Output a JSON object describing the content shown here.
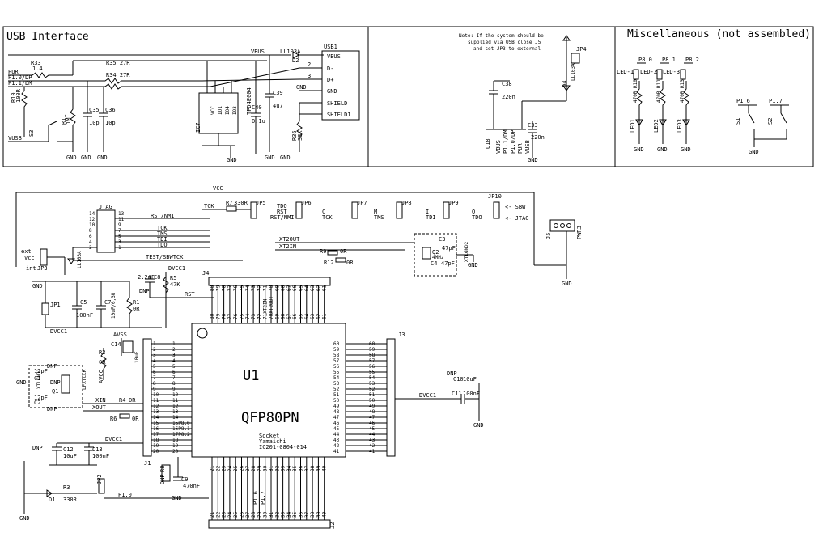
{
  "panels": {
    "usb_title": "USB Interface",
    "misc_title": "Miscellaneous (not assembled)"
  },
  "note": {
    "line1": "Note: If the system should be",
    "line2": "supplied via USB close J5",
    "line3": "and set JP3 to external"
  },
  "usb": {
    "vbus": "VBUS",
    "pur": "PUR",
    "p1_0": "P1.0/DP",
    "p1_1": "P1.1/DM",
    "vusb": "VUSB",
    "r33": "R33",
    "r33_val": "1.4",
    "r35": "R35 27R",
    "r34": "R34 27R",
    "r10": "R10",
    "r10_val": "100R",
    "r11": "R11",
    "r11_val": "1M",
    "c35": "C35",
    "c35_val": "10p",
    "c36": "C36",
    "c36_val": "10p",
    "s3": "S3",
    "ic7": "IC7",
    "ic7_part": "TPD4E004",
    "c40": "C40",
    "c40_val": "0.1u",
    "c39": "C39",
    "c39_val": "4u7",
    "d2": "D2",
    "d2_part": "LL103A",
    "usb1": "USB1",
    "usb1_pins": [
      "VBUS",
      "D-",
      "D+",
      "GND",
      "SHIELD",
      "SHIELD1"
    ],
    "r36": "R36",
    "r36_val": "33k",
    "gnd": "GND"
  },
  "power": {
    "jp4": "JP4",
    "d4": "D4",
    "d4_part": "LL103A",
    "c38": "C38",
    "c38_val": "220n",
    "c33": "C33",
    "c33_val": "220n",
    "u18": "U18",
    "pins": [
      "VBUS",
      "P1.1/DM",
      "P1.0/DP",
      "PUR",
      "VUSB"
    ]
  },
  "misc": {
    "p8_0": "P8.0",
    "p8_1": "P8.1",
    "p8_2": "P8.2",
    "led_labels": [
      "LED-1",
      "LED-2",
      "LED-3"
    ],
    "leds": [
      "LED1",
      "LED2",
      "LED3"
    ],
    "resistors": [
      "470R R10",
      "470R R11",
      "470R R13"
    ],
    "p1_6": "P1.6",
    "p1_7": "P1.7",
    "s1": "S1",
    "s2": "S2",
    "gnd": "GND"
  },
  "main": {
    "vcc": "VCC",
    "jtag_title": "JTAG",
    "jtag_left": [
      "14",
      "12",
      "10",
      "8",
      "6",
      "4",
      "2"
    ],
    "jtag_right": [
      "13",
      "11",
      "9",
      "7",
      "5",
      "3",
      "1"
    ],
    "sig_rst_nmi": "RST/NMI",
    "sig_tck": "TCK",
    "sig_tms": "TMS",
    "sig_tdi": "TDI",
    "sig_tdo": "TDO",
    "test_sbwtck": "TEST/SBWTCK",
    "ext": "ext",
    "vcc_lbl": "Vcc",
    "int": "int",
    "jp3": "JP3",
    "d_ll103": "LL103A",
    "jp1": "JP1",
    "c5": "C5",
    "c5_val": "100nF",
    "c7": "C7",
    "c7_val": "10uF/6,3U",
    "r1": "R1",
    "r1_val": "0R",
    "dvcc1": "DVCC1",
    "c8": "C8",
    "c8_val": "2.2nF",
    "r5": "R5",
    "r5_val": "47K",
    "dnp": "DNP",
    "rst": "RST",
    "r7": "R7",
    "r7_val": "330R",
    "jp5": "JP5",
    "jp6": "JP6",
    "jp7": "JP7",
    "jp8": "JP8",
    "jp9": "JP9",
    "jp10": "JP10",
    "jp6_sigs": [
      "TDO",
      "RST",
      "RST/NMI"
    ],
    "jp7_sigs": [
      "C",
      "TCK"
    ],
    "jp8_sigs": [
      "M",
      "TMS"
    ],
    "jp9_sigs": [
      "I",
      "TDI"
    ],
    "jp10_sigs": [
      "O",
      "TDO"
    ],
    "sbw": "<- SBW",
    "jtag": "<- JTAG",
    "j5": "J5",
    "pwr3": "PWR3",
    "xt2out": "XT2OUT",
    "xt2in": "XT2IN",
    "r9": "R9",
    "r9_val": "0R",
    "r12": "R12",
    "r12_val": "0R",
    "c3": "C3",
    "c3_val": "47pF",
    "q2": "Q2",
    "q2_val": "4MHz",
    "c4": "C4",
    "c4_val": "47pF",
    "xtlgnd2": "XTLGND2",
    "j4": "J4",
    "avss": "AVSS",
    "c14": "C14",
    "c14_val": "10uF",
    "r2": "R2",
    "r2_val": "0R",
    "avcc": "AVCC",
    "xin": "XIN",
    "xout": "XOUT",
    "r4": "R4",
    "r4_val": "0R",
    "r6": "R6",
    "r6_val": "0R",
    "xtlgnd1": "XTLGND1",
    "q1": "Q1",
    "q1_part": "LFXTCLK",
    "c1": "C1",
    "c1_val": "12pF",
    "c2": "C2",
    "c2_val": "12pF",
    "c12": "C12",
    "c12_val": "10uF",
    "c13": "C13",
    "c13_val": "100nF",
    "p1_0": "P1.0",
    "p1_6": "P1.6",
    "p1_7": "P1.7",
    "d1": "D1",
    "r3": "R3",
    "r3_val": "330R",
    "jp2": "JP2",
    "c9": "C9",
    "c9_val": "470nF",
    "r8": "R8",
    "u1": "U1",
    "pkg": "QFP80PN",
    "socket1": "Socket",
    "socket2": "Yamaichi",
    "socket3": "IC201-0804-014",
    "j1": "J1",
    "j2": "J2",
    "j3": "J3",
    "c10": "C10",
    "c10_val": "10uF",
    "c11": "C11",
    "c11_val": "100nF",
    "gnd": "GND",
    "j4_labels": [
      "80",
      "79",
      "78",
      "77",
      "76",
      "75",
      "74",
      "73",
      "72",
      "71XT2IN",
      "70XT2OUT",
      "69",
      "68",
      "67",
      "66",
      "65",
      "64",
      "63",
      "62",
      "61"
    ],
    "j1_labels": [
      "1",
      "2",
      "3",
      "4",
      "5",
      "6",
      "7",
      "8",
      "9",
      "10",
      "11",
      "12",
      "13",
      "14",
      "15",
      "16",
      "17",
      "18",
      "19",
      "20"
    ],
    "j1_sigs": [
      "",
      "",
      "",
      "",
      "",
      "",
      "",
      "",
      "",
      "",
      "",
      "",
      "",
      "",
      "15P8.0",
      "16P8.1",
      "17P8.2",
      "",
      "",
      ""
    ],
    "j2_labels": [
      "21",
      "22",
      "23",
      "24",
      "25",
      "26",
      "27",
      "28",
      "29",
      "30",
      "31",
      "32",
      "33",
      "34",
      "35",
      "36",
      "37",
      "38",
      "39",
      "40"
    ],
    "j3_labels": [
      "60",
      "59",
      "58",
      "57",
      "56",
      "55",
      "54",
      "53",
      "52",
      "51",
      "50",
      "49",
      "48",
      "47",
      "46",
      "45",
      "44",
      "43",
      "42",
      "41"
    ]
  }
}
